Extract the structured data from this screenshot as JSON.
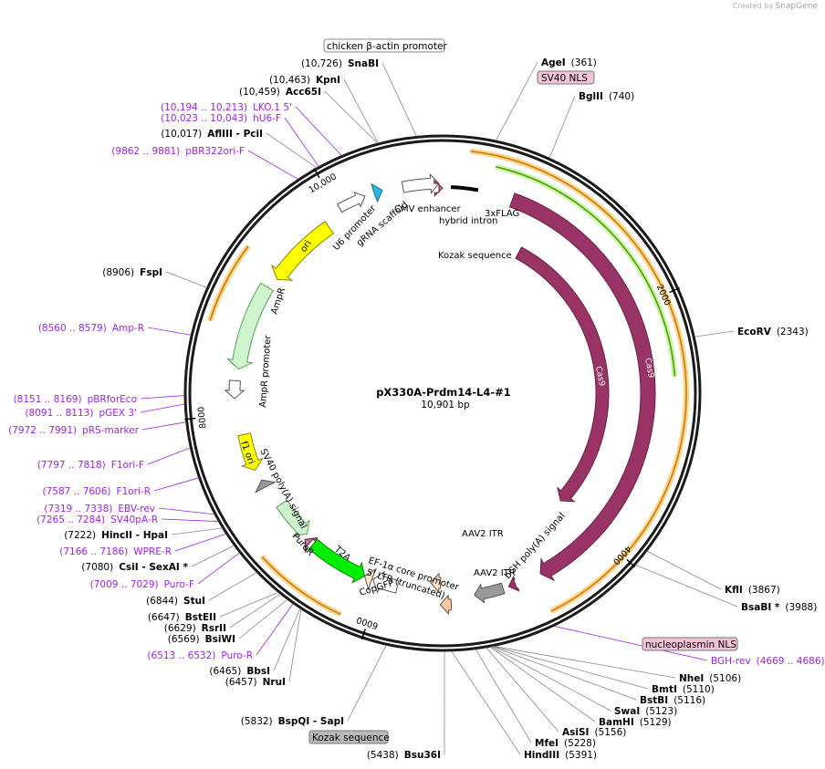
{
  "brand": {
    "prefix": "Created by",
    "name": "SnapGene"
  },
  "plasmid": {
    "name": "pX330A-Prdm14-L4-#1",
    "size_label": "10,901 bp",
    "length": 10901
  },
  "ticks": [
    "2000",
    "4000",
    "6000",
    "8000",
    "10,000"
  ],
  "sites": [
    {
      "name": "SnaBI",
      "pos": "(10,726)",
      "bp": 10726,
      "purple": false
    },
    {
      "name": "KpnI",
      "pos": "(10,463)",
      "bp": 10463,
      "purple": false
    },
    {
      "name": "Acc65I",
      "pos": "(10,459)",
      "bp": 10459,
      "purple": false
    },
    {
      "name": "LKO.1 5'",
      "pos": "(10,194 .. 10,213)",
      "bp": 10204,
      "purple": true
    },
    {
      "name": "hU6-F",
      "pos": "(10,023 .. 10,043)",
      "bp": 10033,
      "purple": true
    },
    {
      "name": "AflIII - PciI",
      "pos": "(10,017)",
      "bp": 10017,
      "purple": false
    },
    {
      "name": "pBR322ori-F",
      "pos": "(9862 .. 9881)",
      "bp": 9871,
      "purple": true
    },
    {
      "name": "FspI",
      "pos": "(8906)",
      "bp": 8906,
      "purple": false
    },
    {
      "name": "Amp-R",
      "pos": "(8560 .. 8579)",
      "bp": 8570,
      "purple": true
    },
    {
      "name": "pBRforEco",
      "pos": "(8151 .. 8169)",
      "bp": 8160,
      "purple": true
    },
    {
      "name": "pGEX 3'",
      "pos": "(8091 .. 8113)",
      "bp": 8102,
      "purple": true
    },
    {
      "name": "pRS-marker",
      "pos": "(7972 .. 7991)",
      "bp": 7981,
      "purple": true
    },
    {
      "name": "F1ori-F",
      "pos": "(7797 .. 7818)",
      "bp": 7807,
      "purple": true
    },
    {
      "name": "F1ori-R",
      "pos": "(7587 .. 7606)",
      "bp": 7596,
      "purple": true
    },
    {
      "name": "EBV-rev",
      "pos": "(7319 .. 7338)",
      "bp": 7328,
      "purple": true
    },
    {
      "name": "SV40pA-R",
      "pos": "(7265 .. 7284)",
      "bp": 7274,
      "purple": true
    },
    {
      "name": "HincII - HpaI",
      "pos": "(7222)",
      "bp": 7222,
      "purple": false
    },
    {
      "name": "WPRE-R",
      "pos": "(7166 .. 7186)",
      "bp": 7176,
      "purple": true
    },
    {
      "name": "CsiI - SexAI *",
      "pos": "(7080)",
      "bp": 7080,
      "purple": false
    },
    {
      "name": "Puro-F",
      "pos": "(7009 .. 7029)",
      "bp": 7019,
      "purple": true
    },
    {
      "name": "StuI",
      "pos": "(6844)",
      "bp": 6844,
      "purple": false
    },
    {
      "name": "BstEII",
      "pos": "(6647)",
      "bp": 6647,
      "purple": false
    },
    {
      "name": "RsrII",
      "pos": "(6629)",
      "bp": 6629,
      "purple": false
    },
    {
      "name": "BsiWI",
      "pos": "(6569)",
      "bp": 6569,
      "purple": false
    },
    {
      "name": "Puro-R",
      "pos": "(6513 .. 6532)",
      "bp": 6522,
      "purple": true
    },
    {
      "name": "BbsI",
      "pos": "(6465)",
      "bp": 6465,
      "purple": false
    },
    {
      "name": "NruI",
      "pos": "(6457)",
      "bp": 6457,
      "purple": false
    },
    {
      "name": "BspQI - SapI",
      "pos": "(5832)",
      "bp": 5832,
      "purple": false
    },
    {
      "name": "Bsu36I",
      "pos": "(5438)",
      "bp": 5438,
      "purple": false
    },
    {
      "name": "HindIII",
      "pos": "(5391)",
      "bp": 5391,
      "purple": false
    },
    {
      "name": "MfeI",
      "pos": "(5228)",
      "bp": 5228,
      "purple": false
    },
    {
      "name": "AsiSI",
      "pos": "(5156)",
      "bp": 5156,
      "purple": false
    },
    {
      "name": "BamHI",
      "pos": "(5129)",
      "bp": 5129,
      "purple": false
    },
    {
      "name": "SwaI",
      "pos": "(5123)",
      "bp": 5123,
      "purple": false
    },
    {
      "name": "BstBI",
      "pos": "(5116)",
      "bp": 5116,
      "purple": false
    },
    {
      "name": "BmtI",
      "pos": "(5110)",
      "bp": 5110,
      "purple": false
    },
    {
      "name": "NheI",
      "pos": "(5106)",
      "bp": 5106,
      "purple": false
    },
    {
      "name": "BGH-rev",
      "pos": "(4669 .. 4686)",
      "bp": 4677,
      "purple": true
    },
    {
      "name": "BsaBI *",
      "pos": "(3988)",
      "bp": 3988,
      "purple": false
    },
    {
      "name": "KflI",
      "pos": "(3867)",
      "bp": 3867,
      "purple": false
    },
    {
      "name": "EcoRV",
      "pos": "(2343)",
      "bp": 2343,
      "purple": false
    },
    {
      "name": "BglII",
      "pos": "(740)",
      "bp": 740,
      "purple": false
    },
    {
      "name": "AgeI",
      "pos": "(361)",
      "bp": 361,
      "purple": false
    }
  ],
  "features": {
    "chicken_actin": "chicken β-actin promoter",
    "sv40_nls": "SV40 NLS",
    "nucleoplasmin_nls": "nucleoplasmin NLS",
    "kozak_box": "Kozak sequence",
    "cmv_enhancer": "CMV enhancer",
    "hybrid_intron": "hybrid intron",
    "flag": "3xFLAG",
    "kozak": "Kozak sequence",
    "u6": "U6 promoter",
    "grna": "gRNA scaffold",
    "ori": "ori",
    "ampr": "AmpR",
    "ampr_promoter": "AmpR promoter",
    "f1ori": "f1 ori",
    "sv40pa": "SV40 poly(A) signal",
    "puror": "PuroR",
    "t2a": "T2A",
    "copgfp": "CopGFP",
    "ef1a": "EF-1α core promoter",
    "ltr": "5' LTR (truncated)",
    "aav2_itr_1": "AAV2 ITR",
    "aav2_itr_2": "AAV2 ITR",
    "bgh": "bGH poly(A) signal",
    "cas9_inner": "Cas9",
    "cas9_outer": "Cas9"
  }
}
